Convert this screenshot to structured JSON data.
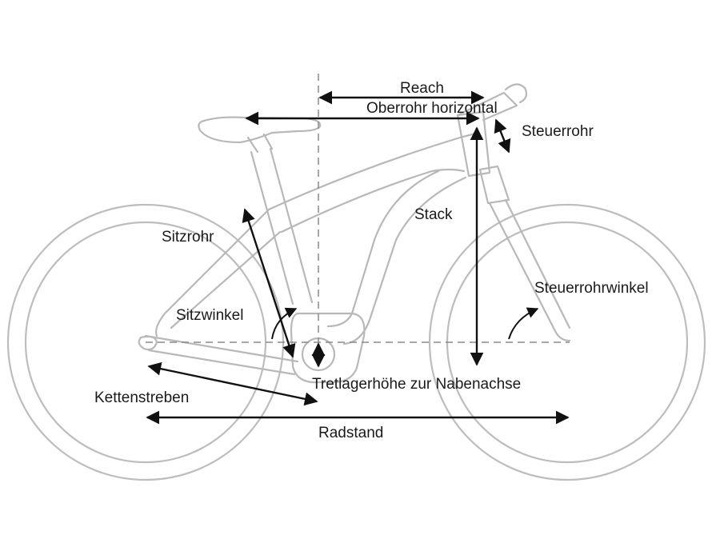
{
  "colors": {
    "frame": "#b8b8b8",
    "measure": "#111111",
    "text": "#1a1a1a",
    "background": "#ffffff"
  },
  "labels": {
    "reach": "Reach",
    "top_tube": "Oberrohr horizontal",
    "head_tube": "Steuerrohr",
    "stack": "Stack",
    "seat_tube": "Sitzrohr",
    "seat_angle": "Sitzwinkel",
    "head_angle": "Steuerrohrwinkel",
    "bb_drop": "Tretlagerhöhe zur Nabenachse",
    "chainstay": "Kettenstreben",
    "wheelbase": "Radstand"
  }
}
